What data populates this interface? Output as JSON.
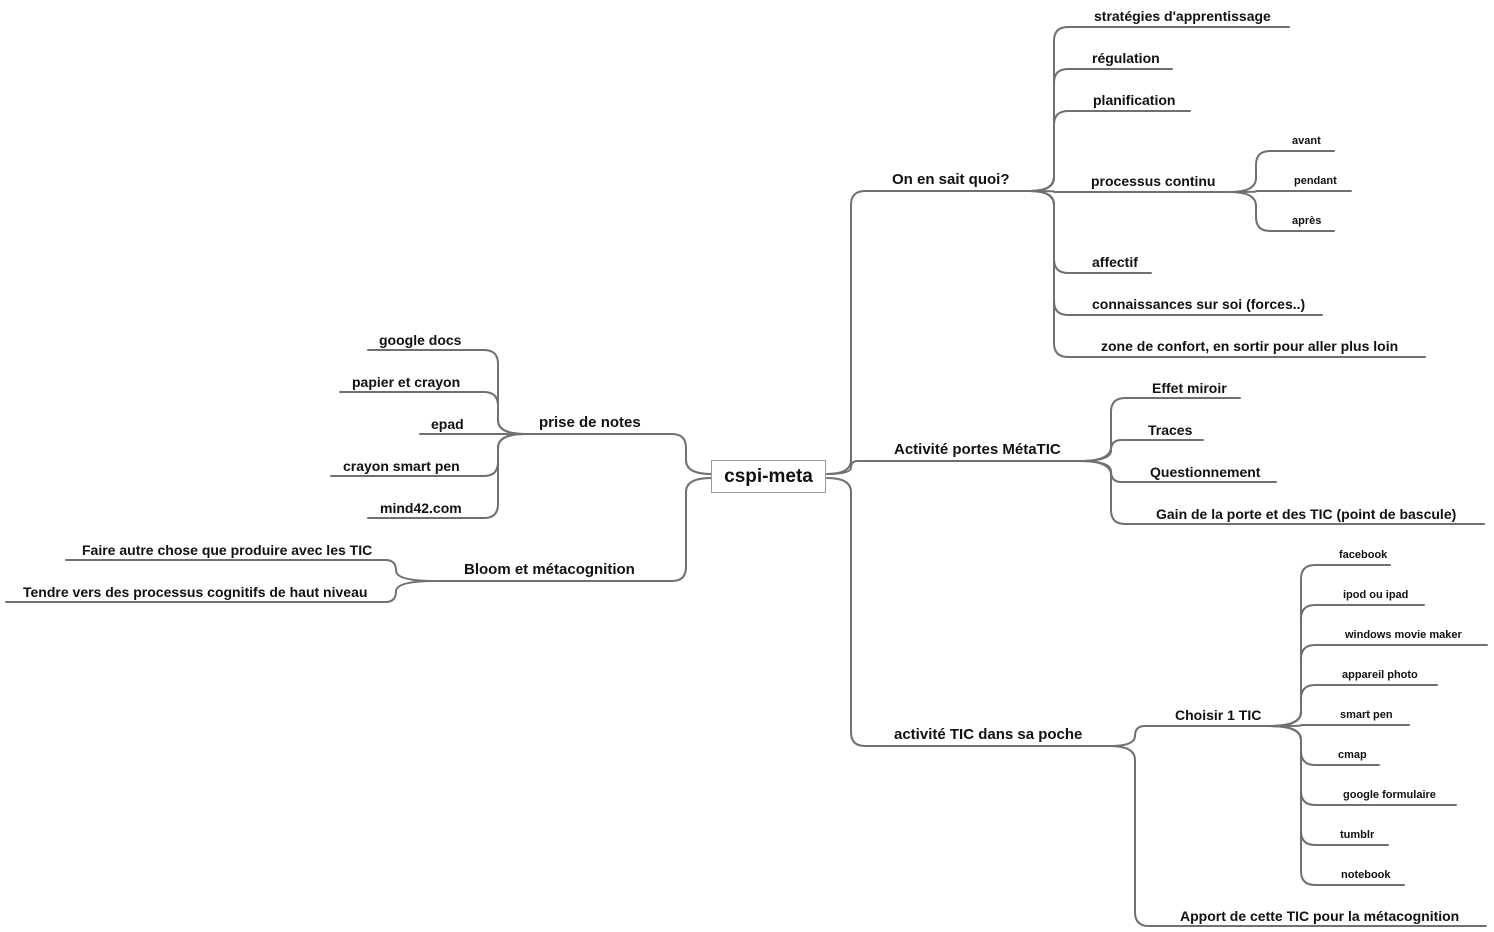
{
  "mindmap": {
    "root": "cspi-meta",
    "left": {
      "notes": {
        "label": "prise de notes",
        "children": [
          "google docs",
          "papier et crayon",
          "epad",
          "crayon smart pen",
          "mind42.com"
        ]
      },
      "bloom": {
        "label": "Bloom et métacognition",
        "children": [
          "Faire autre chose que produire avec les TIC",
          "Tendre vers des processus cognitifs de haut niveau"
        ]
      }
    },
    "right": {
      "sait": {
        "label": "On en sait quoi?",
        "children": [
          "stratégies d'apprentissage",
          "régulation",
          "planification",
          "processus continu",
          "affectif",
          "connaissances sur soi (forces..)",
          "zone de confort, en sortir pour aller plus loin"
        ],
        "processus": [
          "avant",
          "pendant",
          "après"
        ]
      },
      "portes": {
        "label": "Activité portes MétaTIC",
        "children": [
          "Effet miroir",
          "Traces",
          "Questionnement",
          "Gain de la porte et des TIC (point de bascule)"
        ]
      },
      "poche": {
        "label": "activité TIC dans sa poche",
        "choisir": {
          "label": "Choisir 1 TIC",
          "children": [
            "facebook",
            "ipod ou ipad",
            "windows movie maker",
            "appareil photo",
            "smart pen",
            "cmap",
            "google formulaire",
            "tumblr",
            "notebook"
          ]
        },
        "apport": "Apport de cette TIC pour la métacognition"
      }
    }
  },
  "style": {
    "line_color": "#707070",
    "text_color": "#111111"
  }
}
